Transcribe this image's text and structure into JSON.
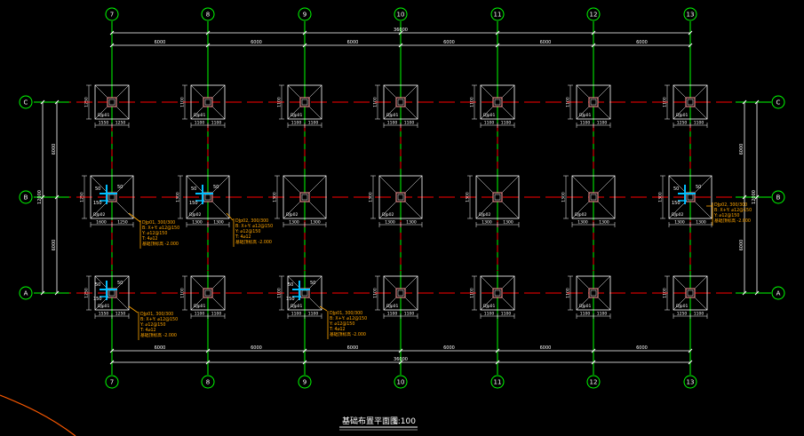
{
  "drawing": {
    "title": "基础布置平面图",
    "scale": "1:100",
    "total_dim_top": "36000",
    "total_dim_bottom": "36000",
    "bay_dims_top": [
      "6000",
      "6000",
      "6000",
      "6000",
      "6000",
      "6000"
    ],
    "bay_dims_bottom": [
      "6000",
      "6000",
      "6000",
      "6000",
      "6000",
      "6000"
    ],
    "left_total_dim": "12000",
    "right_total_dim": "12000",
    "left_span_dims": [
      "6000",
      "6000"
    ],
    "right_span_dims": [
      "6000",
      "6000"
    ]
  },
  "axes": {
    "columns": [
      "7",
      "8",
      "9",
      "10",
      "11",
      "12",
      "13"
    ],
    "rows": [
      "C",
      "B",
      "A"
    ]
  },
  "footings": {
    "row_C": [
      {
        "id": "DJp01",
        "dims": [
          "1550",
          "1250"
        ]
      },
      {
        "id": "DJp01",
        "dims": [
          "1100",
          "1100"
        ]
      },
      {
        "id": "DJp01",
        "dims": [
          "1100",
          "1100"
        ]
      },
      {
        "id": "DJp01",
        "dims": [
          "1100",
          "1100"
        ]
      },
      {
        "id": "DJp01",
        "dims": [
          "1100",
          "1100"
        ]
      },
      {
        "id": "DJp01",
        "dims": [
          "1100",
          "1100"
        ]
      },
      {
        "id": "DJp01",
        "dims": [
          "1250",
          "1100"
        ]
      }
    ],
    "row_B": [
      {
        "id": "DJp02",
        "dims": [
          "1600",
          "1250"
        ]
      },
      {
        "id": "DJp02",
        "dims": [
          "1300",
          "1300"
        ]
      },
      {
        "id": "DJp02",
        "dims": [
          "1300",
          "1300"
        ]
      },
      {
        "id": "DJp02",
        "dims": [
          "1300",
          "1300"
        ]
      },
      {
        "id": "DJp02",
        "dims": [
          "1300",
          "1300"
        ]
      },
      {
        "id": "DJp02",
        "dims": [
          "1300",
          "1300"
        ]
      },
      {
        "id": "DJp02",
        "dims": [
          "1300",
          "1300"
        ]
      }
    ],
    "row_A": [
      {
        "id": "DJp01",
        "dims": [
          "1550",
          "1250"
        ]
      },
      {
        "id": "DJp01",
        "dims": [
          "1100",
          "1100"
        ]
      },
      {
        "id": "DJp01",
        "dims": [
          "1100",
          "1100"
        ]
      },
      {
        "id": "DJp01",
        "dims": [
          "1100",
          "1100"
        ]
      },
      {
        "id": "DJp01",
        "dims": [
          "1100",
          "1100"
        ]
      },
      {
        "id": "DJp01",
        "dims": [
          "1100",
          "1100"
        ]
      },
      {
        "id": "DJp01",
        "dims": [
          "1250",
          "1100"
        ]
      }
    ]
  },
  "annotations": [
    {
      "lines": [
        "DJp01, 300/300",
        "B: X+Y:  ⌀12@150",
        "Y: ⌀12@150",
        "T: 4⌀12",
        "基础顶标高 -2.000"
      ]
    },
    {
      "lines": [
        "DJp02, 300/300",
        "B: X+Y:  ⌀12@150",
        "Y: ⌀12@150",
        "T: 4⌀12",
        "基础顶标高 -2.000"
      ]
    },
    {
      "lines": [
        "DJp01, 300/300",
        "B: X+Y:  ⌀12@150",
        "Y: ⌀12@150",
        "T: 4⌀12",
        "基础顶标高 -2.000"
      ]
    },
    {
      "lines": [
        "DJp01, 300/300",
        "B: X+Y:  ⌀12@150",
        "Y: ⌀12@150",
        "T: 4⌀12",
        "基础顶标高 -2.000"
      ]
    },
    {
      "lines": [
        "DJp02, 300/300",
        "B: X+Y:  ⌀12@150",
        "Y: ⌀12@150",
        "基础顶标高 -2.000"
      ]
    }
  ],
  "rebar_marks": [
    "50",
    "50",
    "150"
  ],
  "colors": {
    "background": "#000000",
    "axis": "#00ff00",
    "grid_line": "#ff0000",
    "footing": "#ffffff",
    "dimension": "#ffffff",
    "annotation": "#ffa500",
    "rebar": "#00bfff",
    "boundary": "#ff5a00"
  }
}
